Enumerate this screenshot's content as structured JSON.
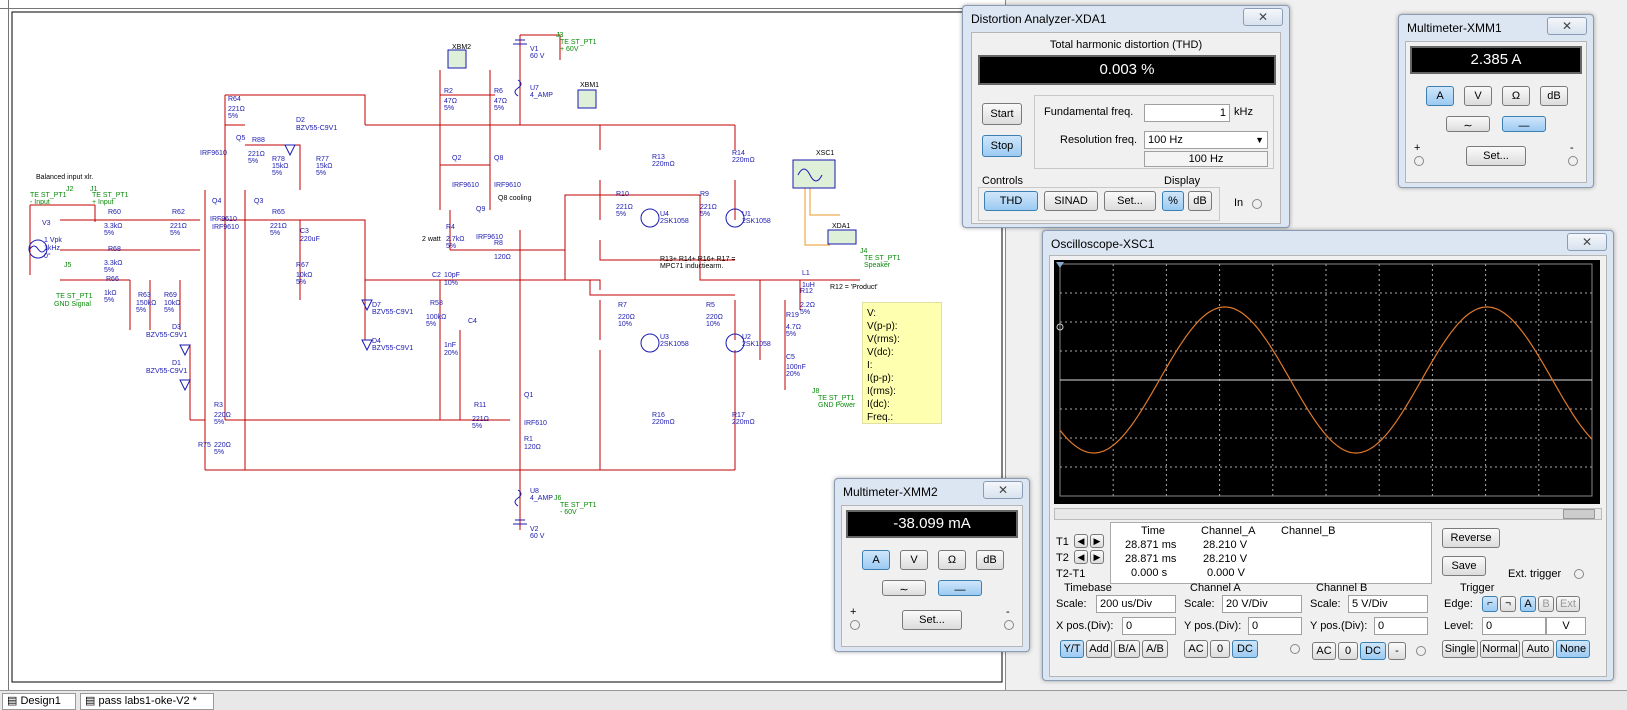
{
  "schematic": {
    "caption_balanced": "Balanced input xlr.",
    "caption_q8_cooling": "Q8 cooling",
    "caption_2watt": "2 watt",
    "caption_inductance": "R13+ R14+ R16+ R17 =",
    "caption_inductance2": "MPC71 inductiearm.",
    "labels": {
      "v3": "V3",
      "v3_val": "1 Vpk",
      "v3_f": "1kHz",
      "v3_p": "0°",
      "j2": "J2",
      "j1": "J1",
      "j2_l": "TE ST_PT1",
      "j2_l2": "- Input",
      "j1_l": "TE ST_PT1",
      "j1_l2": "+ Input",
      "j5": "J5",
      "j5_l": "TE ST_PT1",
      "j5_l2": "GND Signal",
      "r60": "R60",
      "r60v": "3.3kΩ",
      "r60t": "5%",
      "r68": "R68",
      "r68v": "3.3kΩ",
      "r68t": "5%",
      "r66": "R66",
      "r66v": "1kΩ",
      "r66t": "5%",
      "r63": "R63",
      "r63v": "150kΩ",
      "r63t": "5%",
      "r69": "R69",
      "r69v": "10kΩ",
      "r69t": "5%",
      "r62": "R62",
      "r62v": "221Ω",
      "r62t": "5%",
      "r65": "R65",
      "r65v": "221Ω",
      "r65t": "5%",
      "r64": "R64",
      "r64v": "221Ω",
      "r64t": "5%",
      "r88": "R88",
      "r88v": "221Ω",
      "r88t": "5%",
      "r78": "R78",
      "r78v": "15kΩ",
      "r78t": "5%",
      "r77": "R77",
      "r77v": "15kΩ",
      "r77t": "5%",
      "r67": "R67",
      "r67v": "10kΩ",
      "r67t": "5%",
      "c3": "C3",
      "c3v": "220uF",
      "q4": "Q4",
      "q4t": "IRF9610",
      "q3": "Q3",
      "q3t": "IRF9610",
      "q5": "Q5",
      "q5t": "IRF9610",
      "d2": "D2",
      "d2t": "BZV55-C9V1",
      "d3": "D3",
      "d3t": "BZV55-C9V1",
      "d1": "D1",
      "d1t": "BZV55-C9V1",
      "d7": "D7",
      "d7t": "BZV55-C9V1",
      "d4": "D4",
      "d4t": "BZV55-C9V1",
      "r3": "R3",
      "r3v": "220Ω",
      "r3t": "5%",
      "r75": "R75",
      "r75v": "220Ω",
      "r75t": "5%",
      "xbm2": "XBM2",
      "xbm1": "XBM1",
      "v1": "V1",
      "v1v": "60 V",
      "j3": "J3",
      "j3l": "TE ST_PT1",
      "j3l2": "+ 60V",
      "u7": "U7",
      "u7t": "4_AMP",
      "r2": "R2",
      "r2v": "47Ω",
      "r2t": "5%",
      "r6": "R6",
      "r6v": "47Ω",
      "r6t": "5%",
      "q2": "Q2",
      "q2t": "IRF9610",
      "q8": "Q8",
      "q8t": "IRF9610",
      "q9": "Q9",
      "q9t": "IRF9610",
      "r4": "R4",
      "r4v": "2.7kΩ",
      "r4t": "5%",
      "r8": "R8",
      "r8v": "120Ω",
      "c2": "C2",
      "c2v": "10pF",
      "c2t": "10%",
      "r58": "R58",
      "r58v": "100kΩ",
      "r58t": "5%",
      "c4": "C4",
      "c4v": "1nF",
      "c4t": "20%",
      "r11": "R11",
      "r11v": "221Ω",
      "r11t": "5%",
      "q1": "Q1",
      "q1t": "IRF610",
      "r1": "R1",
      "r1v": "120Ω",
      "u8": "U8",
      "u8t": "4_AMP",
      "j6": "J6",
      "j6l": "TE ST_PT1",
      "j6l2": "- 60V",
      "v2": "V2",
      "v2v": "60 V",
      "r13": "R13",
      "r13v": "220mΩ",
      "r14": "R14",
      "r14v": "220mΩ",
      "r10": "R10",
      "r10v": "221Ω",
      "r10t": "5%",
      "r9": "R9",
      "r9v": "221Ω",
      "r9t": "5%",
      "u4": "U4",
      "u4t": "2SK1058",
      "u1": "U1",
      "u1t": "2SK1058",
      "r7": "R7",
      "r7v": "220Ω",
      "r7t": "10%",
      "r5": "R5",
      "r5v": "220Ω",
      "r5t": "10%",
      "u3": "U3",
      "u3t": "2SK1058",
      "u2": "U2",
      "u2t": "2SK1058",
      "r16": "R16",
      "r16v": "220mΩ",
      "r17": "R17",
      "r17v": "220mΩ",
      "xsc1": "XSC1",
      "xda1": "XDA1",
      "l1": "L1",
      "l1v": "1uH",
      "r12": "R12",
      "r12v": "2.2Ω",
      "r12t": "5%",
      "r12b": "R12 = 'Product'",
      "r19": "R19",
      "r19v": "4.7Ω",
      "r19t": "5%",
      "c5": "C5",
      "c5v": "100nF",
      "c5t": "20%",
      "j4": "J4",
      "j4l": "TE ST_PT1",
      "j4l2": "Speaker",
      "j8": "J8",
      "j8l": "TE ST_PT1",
      "j8l2": "GND Power"
    },
    "probe": [
      "V:",
      "V(p-p):",
      "V(rms):",
      "V(dc):",
      "I:",
      "I(p-p):",
      "I(rms):",
      "I(dc):",
      "Freq.:"
    ]
  },
  "tabs": [
    "Design1",
    "pass labs1-oke-V2 *"
  ],
  "distortion": {
    "title": "Distortion Analyzer-XDA1",
    "heading": "Total harmonic distortion (THD)",
    "value": "0.003 %",
    "start": "Start",
    "stop": "Stop",
    "fund_label": "Fundamental freq.",
    "fund_value": "1",
    "fund_unit": "kHz",
    "res_label": "Resolution freq.",
    "res_value": "100 Hz",
    "res_readout": "100 Hz",
    "controls_label": "Controls",
    "thd": "THD",
    "sinad": "SINAD",
    "set": "Set...",
    "display_label": "Display",
    "pct": "%",
    "db": "dB",
    "in_label": "In"
  },
  "mm1": {
    "title": "Multimeter-XMM1",
    "value": "2.385 A",
    "modes": [
      "A",
      "V",
      "Ω",
      "dB"
    ],
    "set": "Set...",
    "plus": "+",
    "minus": "-"
  },
  "mm2": {
    "title": "Multimeter-XMM2",
    "value": "-38.099 mA",
    "modes": [
      "A",
      "V",
      "Ω",
      "dB"
    ],
    "set": "Set...",
    "plus": "+",
    "minus": "-"
  },
  "scope": {
    "title": "Oscilloscope-XSC1",
    "headers": {
      "time": "Time",
      "cha": "Channel_A",
      "chb": "Channel_B"
    },
    "rows": [
      {
        "label": "T1",
        "time": "28.871 ms",
        "cha": "28.210 V",
        "chb": ""
      },
      {
        "label": "T2",
        "time": "28.871 ms",
        "cha": "28.210 V",
        "chb": ""
      },
      {
        "label": "T2-T1",
        "time": "0.000 s",
        "cha": "0.000 V",
        "chb": ""
      }
    ],
    "reverse": "Reverse",
    "save": "Save",
    "ext_trigger": "Ext. trigger",
    "timebase": {
      "label": "Timebase",
      "scale_label": "Scale:",
      "scale": "200 us/Div",
      "xpos_label": "X pos.(Div):",
      "xpos": "0",
      "btns": [
        "Y/T",
        "Add",
        "B/A",
        "A/B"
      ]
    },
    "cha": {
      "label": "Channel A",
      "scale_label": "Scale:",
      "scale": "20  V/Div",
      "ypos_label": "Y pos.(Div):",
      "ypos": "0",
      "btns": [
        "AC",
        "0",
        "DC"
      ]
    },
    "chb": {
      "label": "Channel B",
      "scale_label": "Scale:",
      "scale": "5  V/Div",
      "ypos_label": "Y pos.(Div):",
      "ypos": "0",
      "btns": [
        "AC",
        "0",
        "DC",
        "-"
      ]
    },
    "trigger": {
      "label": "Trigger",
      "edge_label": "Edge:",
      "level_label": "Level:",
      "level": "0",
      "level_unit": "V",
      "src": [
        "A",
        "B",
        "Ext"
      ],
      "modes": [
        "Single",
        "Normal",
        "Auto",
        "None"
      ]
    },
    "trace_color": "#e07a2a"
  }
}
